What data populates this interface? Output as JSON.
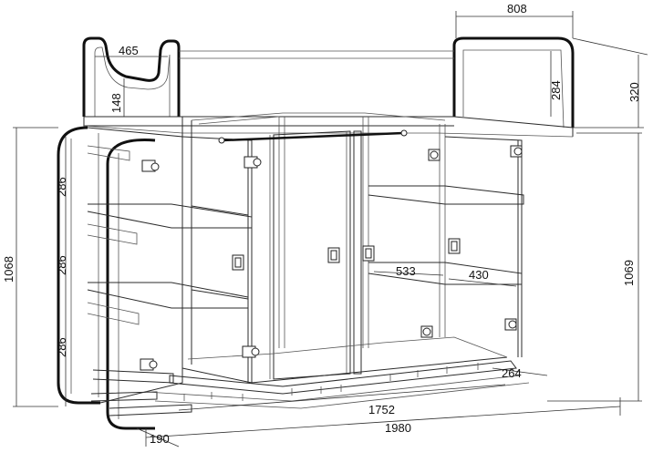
{
  "dimensions": {
    "top_depth": "808",
    "ladder_opening": "465",
    "rail_height": "320",
    "top_rail": "284",
    "rail_offset": "148",
    "shelf_pitch_1": "286",
    "shelf_pitch_2": "286",
    "shelf_pitch_3": "286",
    "total_height_left": "1068",
    "total_height_right": "1069",
    "shelf_width": "533",
    "shelf_depth": "430",
    "plinth_depth": "264",
    "inner_width": "1752",
    "total_width": "1980",
    "side_depth": "190"
  }
}
